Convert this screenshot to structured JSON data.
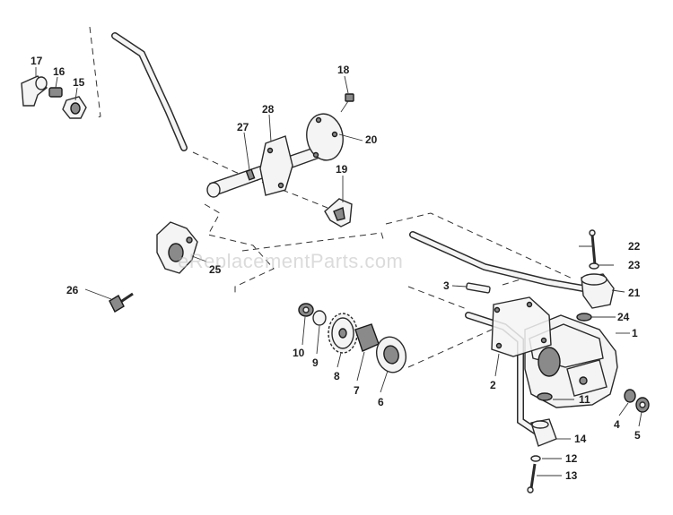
{
  "watermark": "eReplacementParts.com",
  "callouts": {
    "p1": "1",
    "p2": "2",
    "p3": "3",
    "p4": "4",
    "p5": "5",
    "p6": "6",
    "p7": "7",
    "p8": "8",
    "p9": "9",
    "p10": "10",
    "p11": "11",
    "p12": "12",
    "p13": "13",
    "p14": "14",
    "p15": "15",
    "p16": "16",
    "p17": "17",
    "p18": "18",
    "p19": "19",
    "p20": "20",
    "p21": "21",
    "p22": "22",
    "p23": "23",
    "p24": "24",
    "p25": "25",
    "p26": "26",
    "p27": "27",
    "p28": "28"
  }
}
